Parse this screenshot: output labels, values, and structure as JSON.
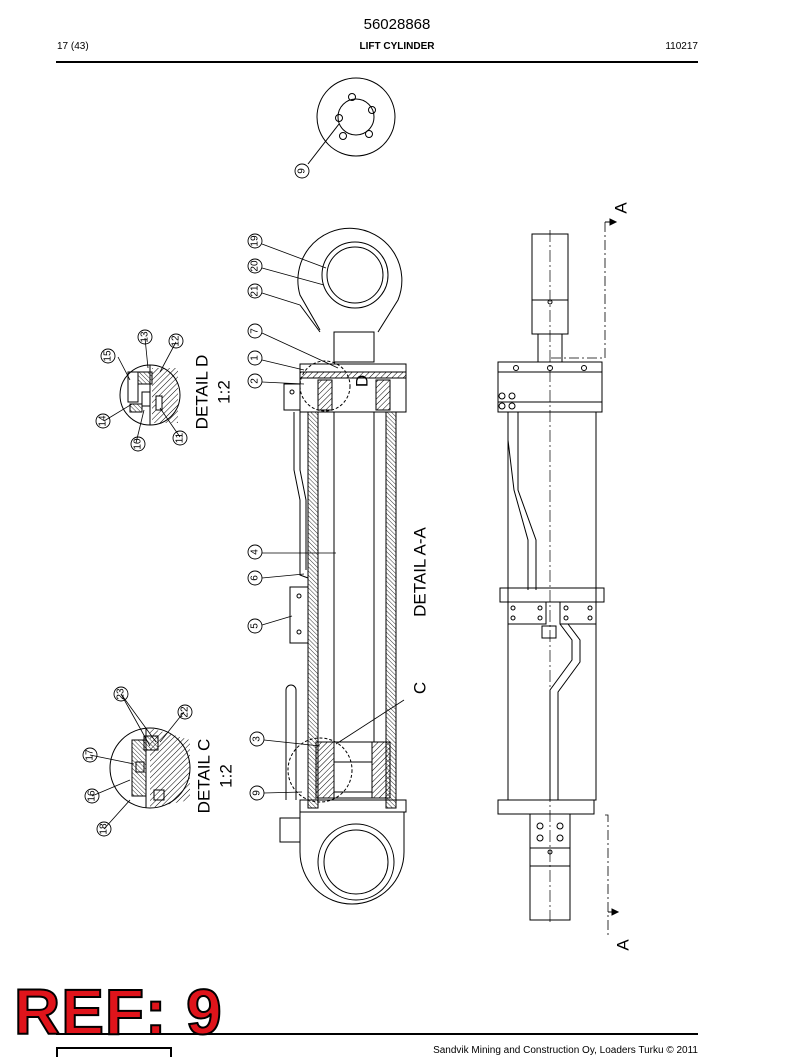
{
  "header": {
    "doc_number": "56028868",
    "page": "17 (43)",
    "title": "LIFT CYLINDER",
    "revision": "110217"
  },
  "footer": {
    "copyright": "Sandvik Mining and Construction Oy, Loaders Turku © 2011",
    "ref_stamp": "REF: 9"
  },
  "drawing": {
    "detail_d": {
      "title": "DETAIL  D",
      "scale": "1:2"
    },
    "detail_c": {
      "title": "DETAIL  C",
      "scale": "1:2"
    },
    "detail_aa": {
      "title": "DETAIL  A-A"
    },
    "marker_c": "C",
    "marker_d": "D",
    "section_a_top": "A",
    "section_a_bottom": "A",
    "balloons": {
      "b9_top": "9",
      "b19": "19",
      "b20": "20",
      "b21": "21",
      "b7": "7",
      "b1": "1",
      "b2": "2",
      "b4": "4",
      "b6": "6",
      "b5": "5",
      "b3": "3",
      "b9_bottom": "9",
      "b15": "15",
      "b13": "13",
      "b12": "12",
      "b14": "14",
      "b10": "10",
      "b11": "11",
      "b23": "23",
      "b22": "22",
      "b17": "17",
      "b16": "16",
      "b18": "18"
    }
  }
}
